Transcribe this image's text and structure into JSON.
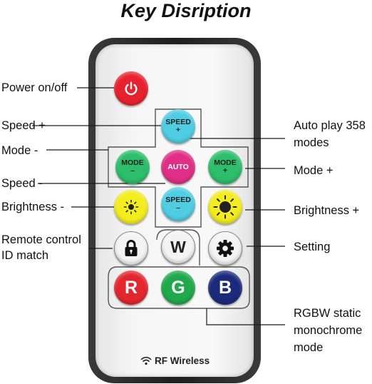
{
  "title": "Key Disription",
  "labels": {
    "power": "Power on/off",
    "speed_plus": "Speed +",
    "mode_minus": "Mode -",
    "speed_minus": "Speed -",
    "brightness_minus": "Brightness -",
    "remote_id_line1": "Remote control",
    "remote_id_line2": "ID match",
    "auto_line1": "Auto play 358",
    "auto_line2": "modes",
    "mode_plus": "Mode +",
    "brightness_plus": "Brightness +",
    "setting": "Setting",
    "rgbw_line1": "RGBW static",
    "rgbw_line2": "monochrome",
    "rgbw_line3": "mode"
  },
  "buttons": {
    "speed_up_line1": "SPEED",
    "speed_up_line2": "+",
    "mode_down_line1": "MODE",
    "mode_down_line2": "–",
    "auto": "AUTO",
    "mode_up_line1": "MODE",
    "mode_up_line2": "+",
    "speed_down_line1": "SPEED",
    "speed_down_line2": "–",
    "w": "W",
    "r": "R",
    "g": "G",
    "b": "B"
  },
  "footer": {
    "rf_label": "RF Wireless"
  },
  "colors": {
    "power": "#e8212e",
    "speed": "#4fcde3",
    "mode": "#2cbe6a",
    "auto": "#e02f86",
    "brightness": "#f3ec1f",
    "red": "#e3262d",
    "green": "#1fa94a",
    "blue": "#1c2a7c"
  },
  "icons": [
    "power-icon",
    "sun-small-icon",
    "sun-large-icon",
    "lock-icon",
    "gear-icon",
    "wifi-icon"
  ]
}
